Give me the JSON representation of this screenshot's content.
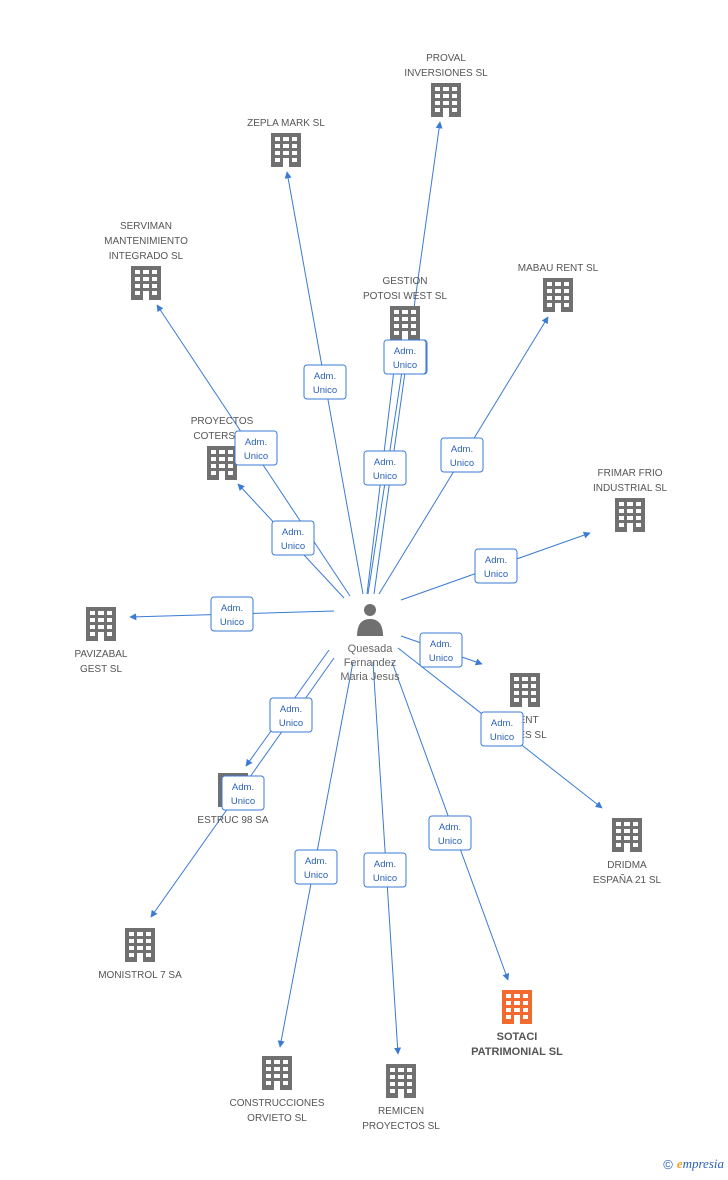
{
  "colors": {
    "edge": "#3a7bd5",
    "building": "#707070",
    "building_highlight": "#f26a2e",
    "person": "#707070",
    "rel_border": "#3a7bd5",
    "rel_text": "#2a62b8"
  },
  "person": {
    "name_lines": [
      "Quesada",
      "Fernandez",
      "Maria Jesus"
    ],
    "icon": "person-icon"
  },
  "relation_label": [
    "Adm.",
    "Unico"
  ],
  "companies": [
    {
      "id": "proval",
      "lines": [
        "PROVAL",
        "INVERSIONES SL"
      ]
    },
    {
      "id": "zepla",
      "lines": [
        "ZEPLA MARK SL"
      ]
    },
    {
      "id": "serviman",
      "lines": [
        "SERVIMAN",
        "MANTENIMIENTO",
        "INTEGRADO SL"
      ]
    },
    {
      "id": "gestion",
      "lines": [
        "GESTION",
        "POTOSI WEST SL"
      ]
    },
    {
      "id": "mabau",
      "lines": [
        "MABAU RENT SL"
      ]
    },
    {
      "id": "proyectos",
      "lines": [
        "PROYECTOS",
        "COTERSA S"
      ]
    },
    {
      "id": "frimar",
      "lines": [
        "FRIMAR FRIO",
        "INDUSTRIAL SL"
      ]
    },
    {
      "id": "pavizabal",
      "lines": [
        "PAVIZABAL",
        "GEST SL"
      ]
    },
    {
      "id": "rent",
      "lines": [
        "RENT",
        "ONES SL"
      ]
    },
    {
      "id": "estruc",
      "lines": [
        "ESTRUC 98 SA"
      ]
    },
    {
      "id": "dridma",
      "lines": [
        "DRIDMA",
        "ESPAÑA 21 SL"
      ]
    },
    {
      "id": "monistrol",
      "lines": [
        "MONISTROL 7 SA"
      ]
    },
    {
      "id": "sotaci",
      "lines": [
        "SOTACI",
        "PATRIMONIAL SL"
      ],
      "highlight": true
    },
    {
      "id": "construcciones",
      "lines": [
        "CONSTRUCCIONES",
        "ORVIETO SL"
      ]
    },
    {
      "id": "remicen",
      "lines": [
        "REMICEN",
        "PROYECTOS SL"
      ]
    }
  ],
  "footer": {
    "copyright": "©",
    "brand_first": "e",
    "brand_rest": "mpresia"
  }
}
